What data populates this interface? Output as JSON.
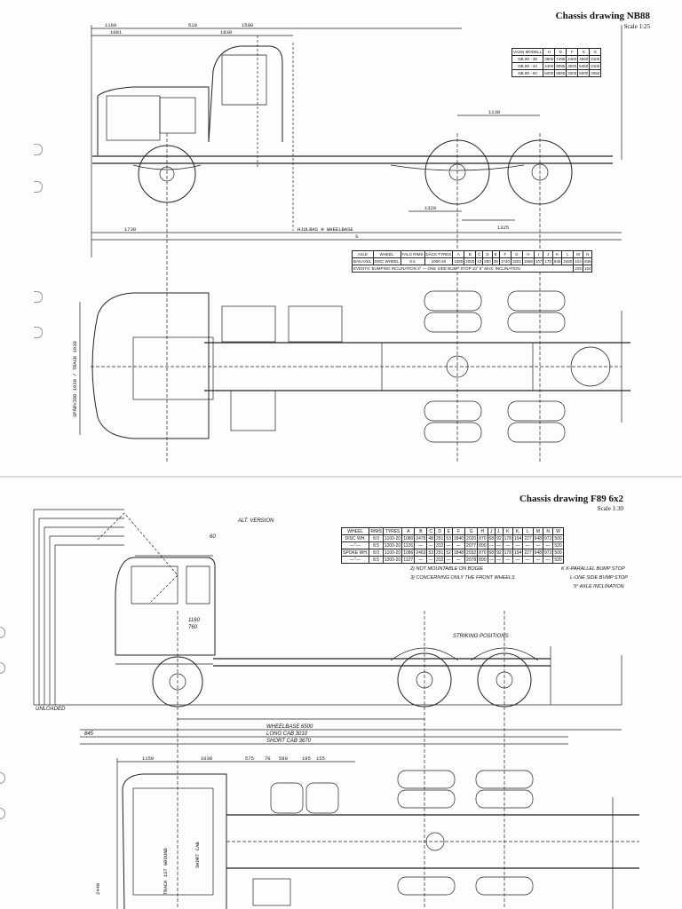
{
  "top_sheet": {
    "title": "Chassis drawing NB88",
    "scale": "Scale 1:25",
    "variant_table": {
      "headers": [
        "VAGN MODELL",
        "H",
        "D",
        "F",
        "S",
        "G"
      ],
      "rows": [
        [
          "NB 88 - 38",
          "3800",
          "7495",
          "2460",
          "4550",
          "2100"
        ],
        [
          "NB 88 - 44",
          "4400",
          "8095",
          "3020",
          "5450",
          "2100"
        ],
        [
          "NB 88 - 50",
          "5000",
          "8695",
          "3300",
          "6000",
          "2550"
        ]
      ]
    },
    "wheel_table": {
      "headers": [
        "AXLE",
        "WHEEL",
        "FALG RIMS",
        "DÄCK TYRES",
        "A",
        "B",
        "C",
        "D",
        "E",
        "F",
        "G",
        "H",
        "I",
        "J",
        "K",
        "L",
        "M",
        "N"
      ],
      "row": [
        "BAKAXEL",
        "DISC WHEEL",
        "8.5",
        "1000-20",
        "1080",
        "2055",
        "43",
        "280",
        "38",
        "1740",
        "1802",
        "1858",
        "107",
        "178",
        "948",
        "2450",
        "104",
        "936"
      ],
      "note": "EVENTS: BUMPING INCLINATION 3° — ONE SIDE BUMP STOP 10° 5° MAX. INCLINATION",
      "note_values": [
        "225",
        "164"
      ]
    },
    "dimensions": {
      "top_1": "1160",
      "top_2": "1081",
      "top_3": "510",
      "top_4": "1830",
      "top_5": "1500",
      "bottom_1": "1730",
      "bottom_wb": "HJULBAS H WHEELBASE",
      "bottom_2": "S",
      "side_1": "1130",
      "side_2": "1320",
      "side_3": "1325",
      "front_width": "SPÅRVIDD 1930 / TRACK 1930"
    }
  },
  "bottom_sheet": {
    "title": "Chassis drawing F89 6x2",
    "scale": "Scale 1:30",
    "wheel_table": {
      "headers": [
        "WHEEL",
        "RIMS",
        "TYRES",
        "A",
        "B",
        "C",
        "D",
        "E",
        "F",
        "G",
        "H",
        "J",
        "J,",
        "K",
        "K,",
        "L",
        "M",
        "N",
        "W"
      ],
      "rows": [
        [
          "DISC WH.",
          "8.0",
          "1100-20",
          "1080",
          "2475",
          "48",
          "291",
          "53",
          "1840",
          "2020",
          "870",
          "68",
          "92",
          "178",
          "194",
          "227",
          "948",
          "972",
          "500"
        ],
        [
          "—\"—",
          "8.5",
          "1200-20",
          "1126",
          "—",
          "—",
          "312",
          "—",
          "—",
          "2077",
          "890",
          "—",
          "—",
          "—",
          "—",
          "—",
          "—",
          "—",
          "520"
        ],
        [
          "SPOKE WH.",
          "8.0",
          "1100-20",
          "1086",
          "2463",
          "53",
          "291",
          "52",
          "1848",
          "2032",
          "870",
          "68",
          "92",
          "178",
          "194",
          "227",
          "948",
          "972",
          "500"
        ],
        [
          "—\"—",
          "8.5",
          "1200-20",
          "1127",
          "—",
          "—",
          "312",
          "—",
          "—",
          "2078",
          "890",
          "—",
          "—",
          "—",
          "—",
          "—",
          "—",
          "—",
          "520"
        ]
      ]
    },
    "notes_left": [
      "2) NOT MOUNTABLE ON BOGIE",
      "3) CONCERNING ONLY THE FRONT WHEELS"
    ],
    "notes_right": [
      "K K-PARALLEL BUMP STOP",
      "L-ONE SIDE BUMP STOP",
      "5° AXLE INCLINATION"
    ],
    "labels": {
      "alt_version": "ALT. VERSION",
      "striking": "STRIKING POSITIONS",
      "unloaded": "UNLOADED",
      "wheelbase": "WHEELBASE 6500",
      "long_cab": "LONG CAB 3010",
      "short_cab": "SHORT CAB 3670",
      "front_overhang": "845",
      "dim_60": "60",
      "dim_1160": "1160",
      "dim_760": "760",
      "top_dims": [
        "1150",
        "1030",
        "575",
        "70",
        "580",
        "195",
        "155"
      ],
      "plan_labels": [
        "TRACK 1ST GROUND",
        "SHORT CAB",
        "2440"
      ]
    }
  }
}
